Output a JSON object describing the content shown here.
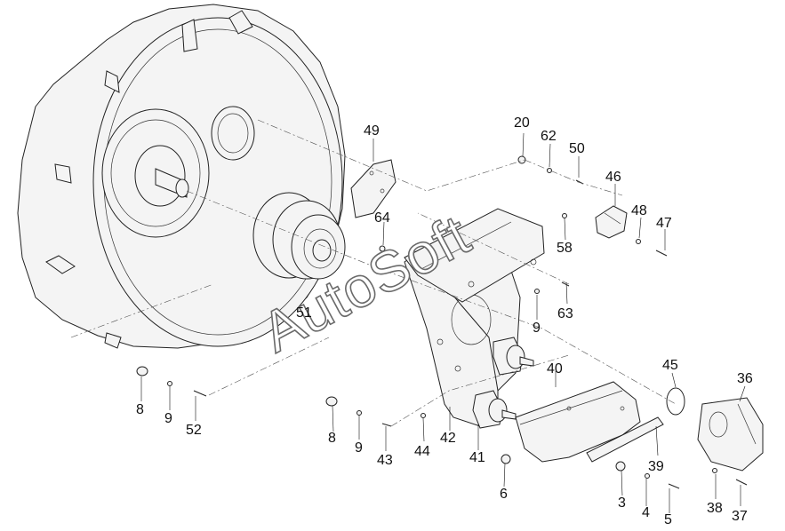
{
  "watermark": "AutoSoft",
  "callouts": [
    {
      "id": "c20",
      "label": "20"
    },
    {
      "id": "c62",
      "label": "62"
    },
    {
      "id": "c50",
      "label": "50"
    },
    {
      "id": "c49",
      "label": "49"
    },
    {
      "id": "c46",
      "label": "46"
    },
    {
      "id": "c48",
      "label": "48"
    },
    {
      "id": "c47",
      "label": "47"
    },
    {
      "id": "c64",
      "label": "64"
    },
    {
      "id": "c58",
      "label": "58"
    },
    {
      "id": "c63",
      "label": "63"
    },
    {
      "id": "c9a",
      "label": "9"
    },
    {
      "id": "c51",
      "label": "51"
    },
    {
      "id": "c45",
      "label": "45"
    },
    {
      "id": "c36",
      "label": "36"
    },
    {
      "id": "c40",
      "label": "40"
    },
    {
      "id": "c8a",
      "label": "8"
    },
    {
      "id": "c9b",
      "label": "9"
    },
    {
      "id": "c52",
      "label": "52"
    },
    {
      "id": "c8b",
      "label": "8"
    },
    {
      "id": "c9c",
      "label": "9"
    },
    {
      "id": "c43",
      "label": "43"
    },
    {
      "id": "c44",
      "label": "44"
    },
    {
      "id": "c42",
      "label": "42"
    },
    {
      "id": "c41",
      "label": "41"
    },
    {
      "id": "c39",
      "label": "39"
    },
    {
      "id": "c6",
      "label": "6"
    },
    {
      "id": "c3",
      "label": "3"
    },
    {
      "id": "c4",
      "label": "4"
    },
    {
      "id": "c5",
      "label": "5"
    },
    {
      "id": "c38",
      "label": "38"
    },
    {
      "id": "c37",
      "label": "37"
    }
  ]
}
